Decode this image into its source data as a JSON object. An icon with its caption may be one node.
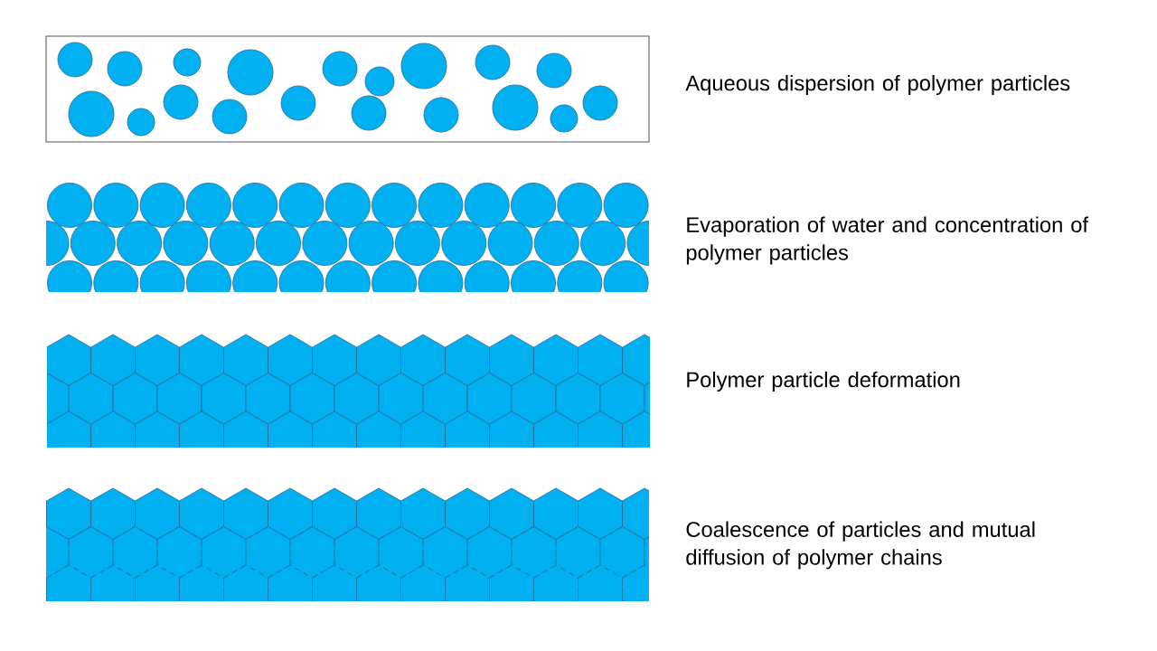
{
  "diagram": {
    "labels": [
      "Aqueous dispersion of polymer particles",
      "Evaporation of water and concentration of polymer particles",
      "Polymer particle deformation",
      "Coalescence of particles and mutual diffusion of polymer chains"
    ]
  }
}
